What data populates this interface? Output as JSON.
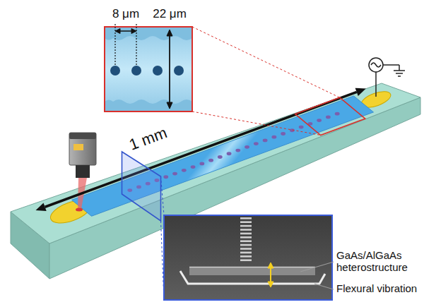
{
  "diagram": {
    "labels": [
      "8 μm",
      "22 μm",
      "1 mm",
      "GaAs/AlGaAs heterostructure",
      "Flexural vibration"
    ]
  }
}
